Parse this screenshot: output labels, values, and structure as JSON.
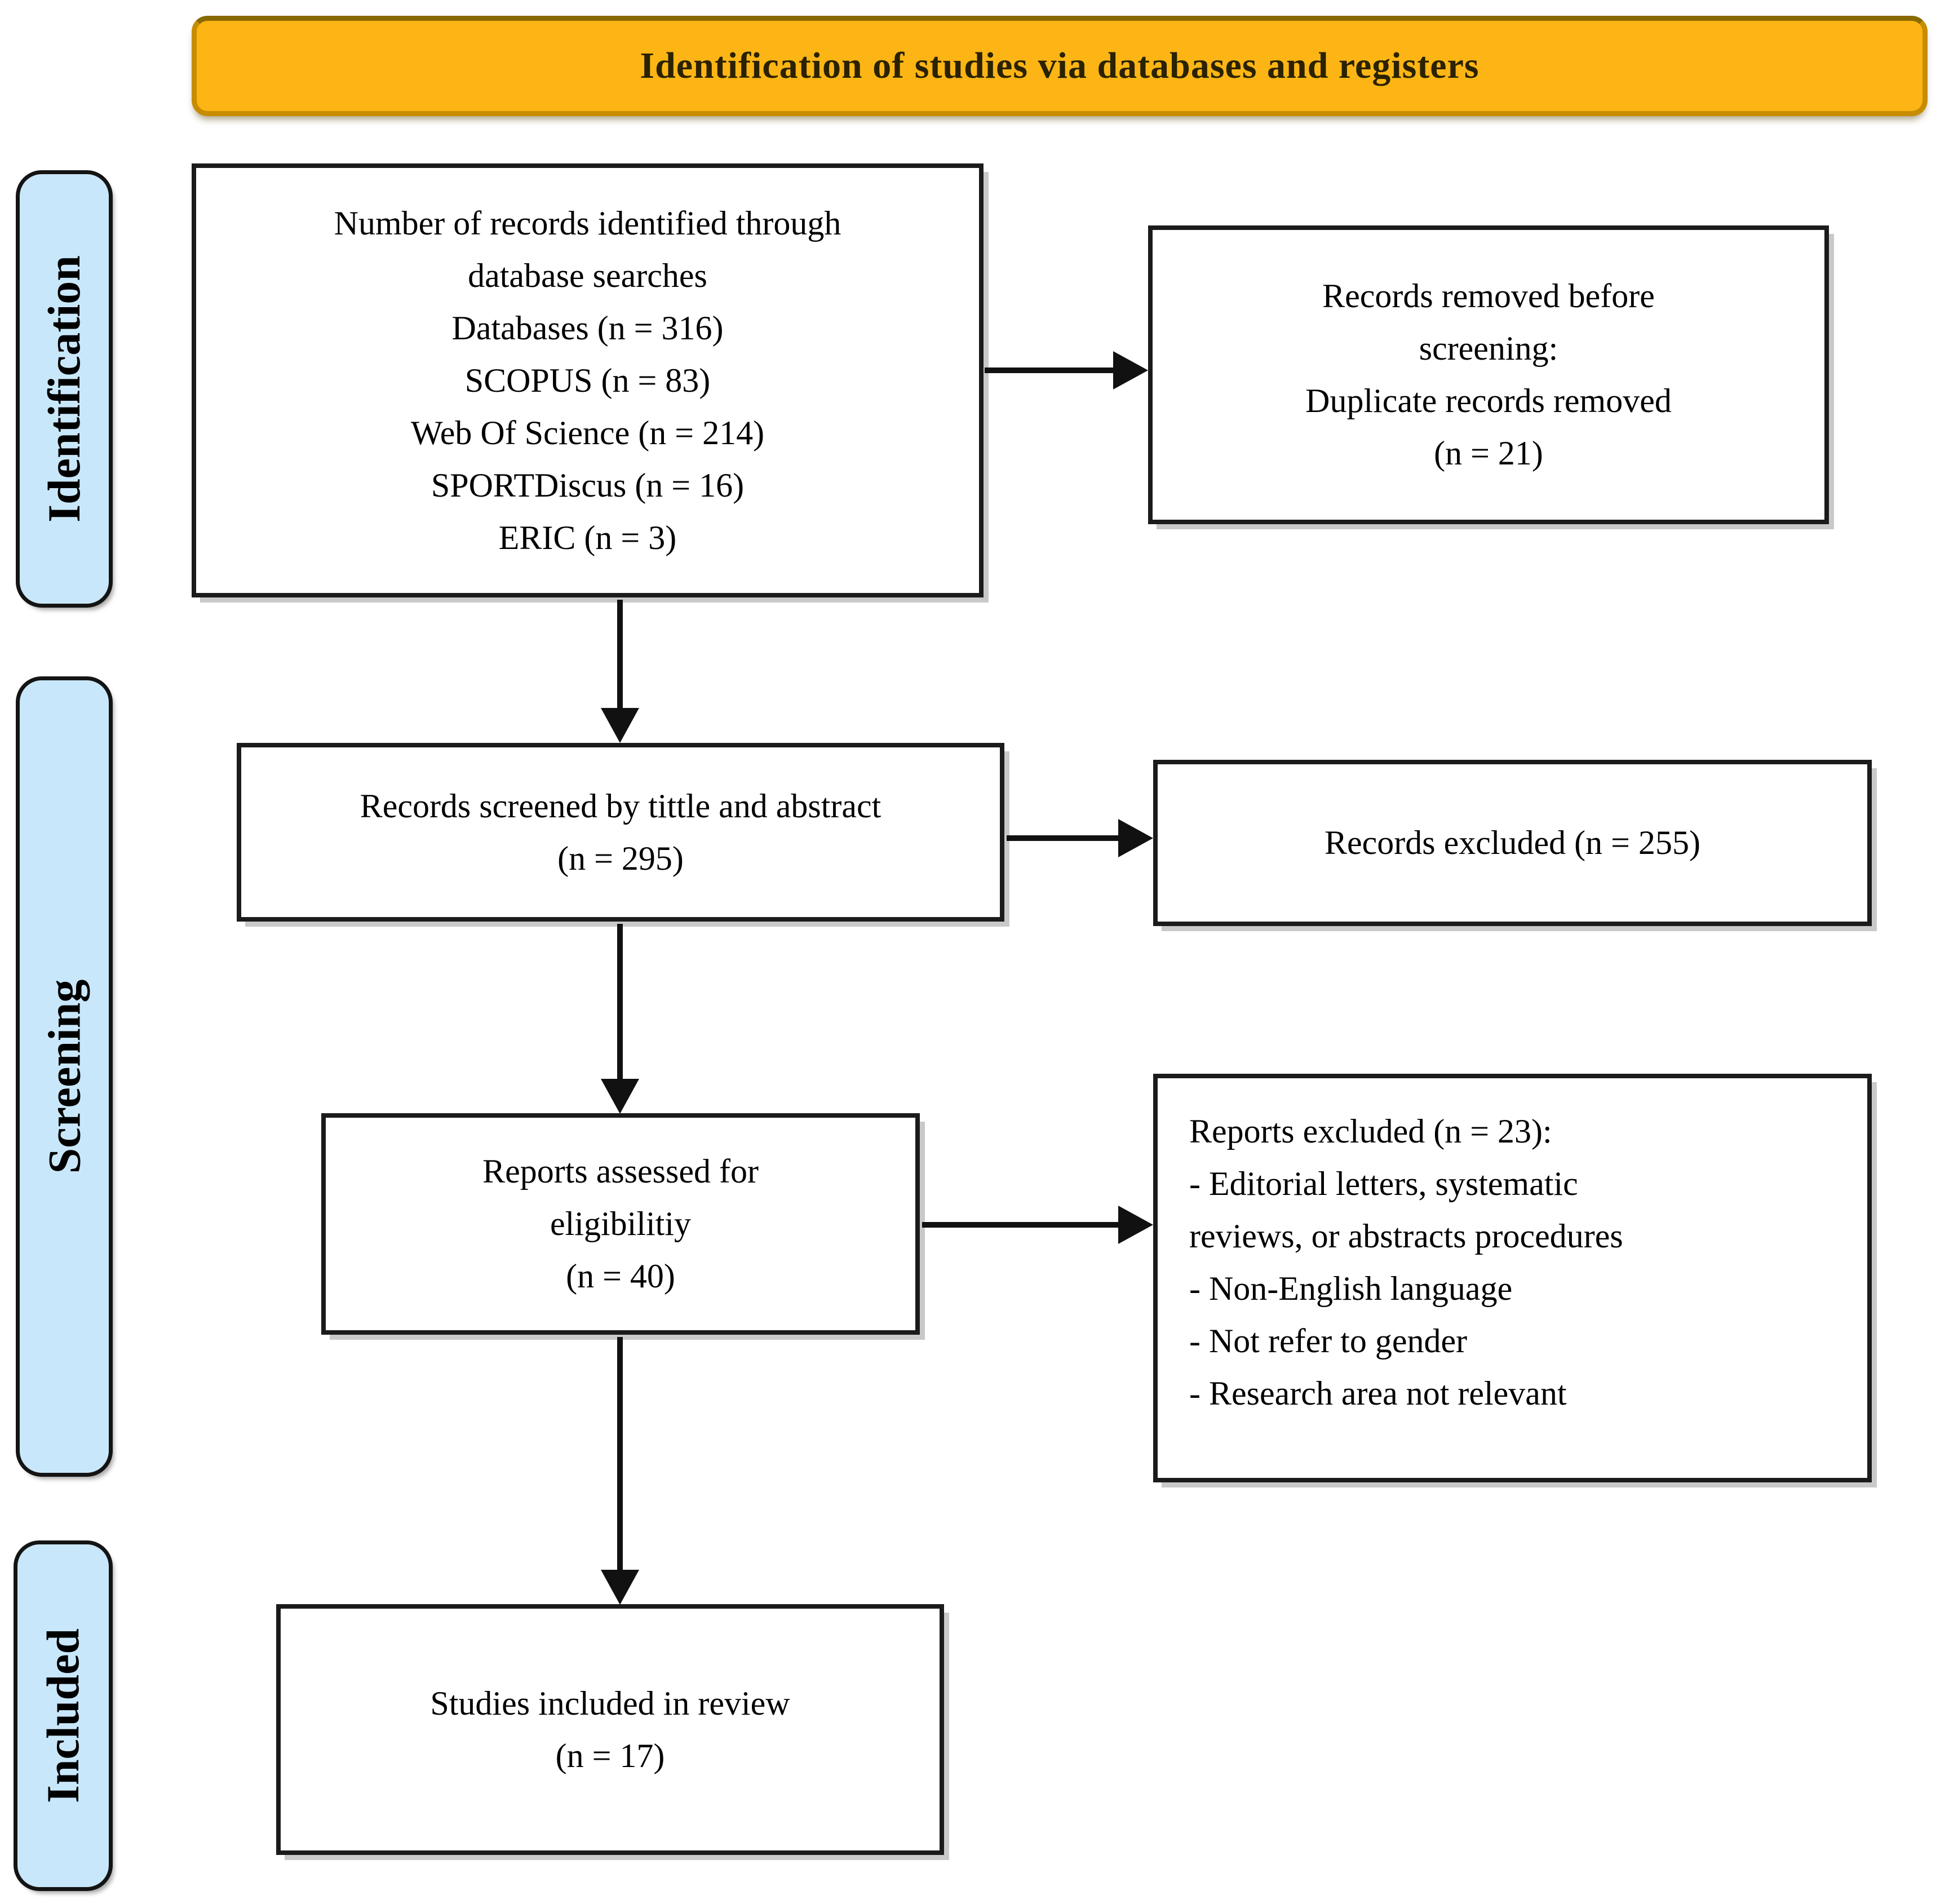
{
  "banner": {
    "title": "Identification of studies via databases and registers"
  },
  "colors": {
    "banner_bg": "#FCB514",
    "banner_border": "#C78C00",
    "banner_text": "#2A2200",
    "stage_bg": "#C9E7FA",
    "box_border": "#1B1B1B",
    "arrow": "#111111"
  },
  "stages": [
    {
      "label": "Identification"
    },
    {
      "label": "Screening"
    },
    {
      "label": "Included"
    }
  ],
  "boxes": [
    {
      "name": "records-identified",
      "lines": [
        "Number of records identified through",
        "database searches",
        "Databases (n = 316)",
        "SCOPUS (n = 83)",
        "Web Of Science (n = 214)",
        "SPORTDiscus (n = 16)",
        "ERIC (n = 3)"
      ]
    },
    {
      "name": "records-removed-before-screening",
      "lines": [
        "Records removed before",
        "screening:",
        "Duplicate records removed",
        "(n = 21)"
      ]
    },
    {
      "name": "records-screened",
      "lines": [
        "Records screened by tittle and abstract",
        "(n = 295)"
      ]
    },
    {
      "name": "records-excluded",
      "lines": [
        "Records excluded (n = 255)"
      ]
    },
    {
      "name": "reports-assessed",
      "lines": [
        "Reports assessed for",
        "eligibilitiy",
        "(n = 40)"
      ]
    },
    {
      "name": "reports-excluded",
      "lines": [
        "Reports excluded (n = 23):",
        "- Editorial letters, systematic",
        "reviews, or abstracts procedures",
        "- Non-English language",
        "- Not refer to gender",
        "- Research area not relevant"
      ]
    },
    {
      "name": "studies-included",
      "lines": [
        "Studies included in review",
        "(n = 17)"
      ]
    }
  ],
  "counts": {
    "databases_total": 316,
    "scopus": 83,
    "web_of_science": 214,
    "sportdiscus": 16,
    "eric": 3,
    "duplicates_removed": 21,
    "records_screened": 295,
    "records_excluded": 255,
    "reports_assessed": 40,
    "reports_excluded": 23,
    "studies_included": 17
  },
  "flow": [
    {
      "from": "records-identified",
      "to": "records-removed-before-screening"
    },
    {
      "from": "records-identified",
      "to": "records-screened"
    },
    {
      "from": "records-screened",
      "to": "records-excluded"
    },
    {
      "from": "records-screened",
      "to": "reports-assessed"
    },
    {
      "from": "reports-assessed",
      "to": "reports-excluded"
    },
    {
      "from": "reports-assessed",
      "to": "studies-included"
    }
  ]
}
